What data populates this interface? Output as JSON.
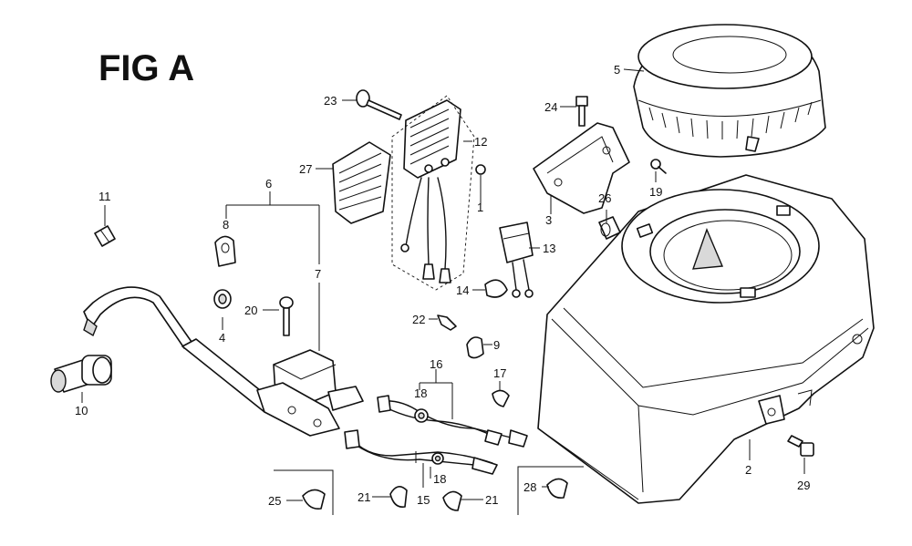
{
  "figure": {
    "title": "FIG A"
  },
  "callouts": {
    "c2": "2",
    "c3": "3",
    "c4": "4",
    "c5": "5",
    "c6": "6",
    "c7": "7",
    "c8": "8",
    "c9": "9",
    "c10": "10",
    "c11": "11",
    "c12": "12",
    "c13": "13",
    "c14": "14",
    "c15": "15",
    "c16": "16",
    "c17": "17",
    "c18a": "18",
    "c18b": "18",
    "c19": "19",
    "c20": "20",
    "c21a": "21",
    "c21b": "21",
    "c22": "22",
    "c23": "23",
    "c24": "24",
    "c25": "25",
    "c26": "26",
    "c27": "27",
    "c28": "28",
    "c29": "29",
    "c1": "1"
  }
}
